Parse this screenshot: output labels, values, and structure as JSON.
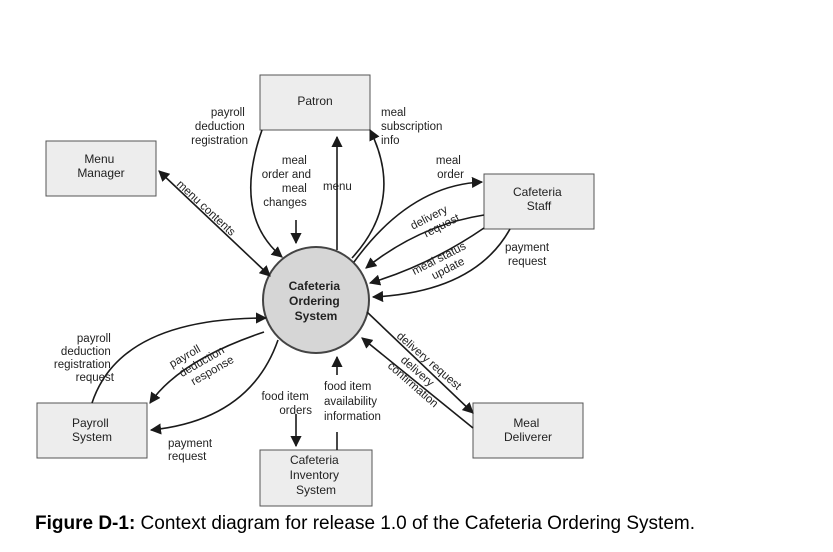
{
  "process": {
    "lines": [
      "Cafeteria",
      "Ordering",
      "System"
    ]
  },
  "entities": {
    "patron": {
      "lines": [
        "Patron"
      ]
    },
    "menu_manager": {
      "lines": [
        "Menu",
        "Manager"
      ]
    },
    "cafeteria_staff": {
      "lines": [
        "Cafeteria",
        "Staff"
      ]
    },
    "payroll_system": {
      "lines": [
        "Payroll",
        "System"
      ]
    },
    "meal_deliverer": {
      "lines": [
        "Meal",
        "Deliverer"
      ]
    },
    "cafeteria_inventory_system": {
      "lines": [
        "Cafeteria",
        "Inventory",
        "System"
      ]
    }
  },
  "flows": {
    "payroll_deduction_registration_patron": [
      "payroll",
      "deduction",
      "registration"
    ],
    "meal_order_and_meal_changes": [
      "meal",
      "order and",
      "meal",
      "changes"
    ],
    "menu_to_patron": [
      "menu"
    ],
    "meal_subscription_info": [
      "meal",
      "subscription",
      "info"
    ],
    "meal_order_staff": [
      "meal",
      "order"
    ],
    "menu_contents": [
      "menu contents"
    ],
    "delivery_request_staff": [
      "delivery",
      "request"
    ],
    "meal_status_update": [
      "meal status",
      "update"
    ],
    "payment_request_staff": [
      "payment",
      "request"
    ],
    "payroll_deduction_registration_request": [
      "payroll",
      "deduction",
      "registration",
      "request"
    ],
    "payroll_deduction_response": [
      "payroll",
      "deduction",
      "response"
    ],
    "payment_request_payroll": [
      "payment",
      "request"
    ],
    "food_item_orders": [
      "food item",
      "orders"
    ],
    "food_item_availability_information": [
      "food item",
      "availability",
      "information"
    ],
    "delivery_request_deliverer": [
      "delivery request"
    ],
    "delivery_confirmation": [
      "delivery",
      "confirmation"
    ]
  },
  "caption": {
    "label": "Figure D-1:",
    "text": " Context diagram for release 1.0 of the Cafeteria Ordering System."
  }
}
